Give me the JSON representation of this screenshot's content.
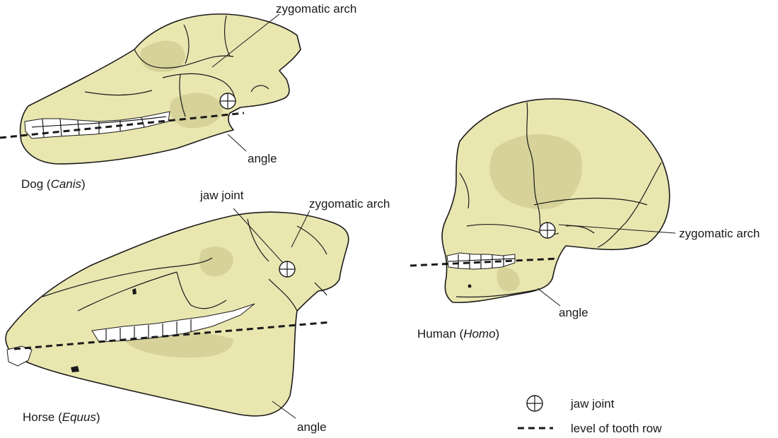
{
  "labels": {
    "dog_zygomatic": "zygomatic arch",
    "dog_angle": "angle",
    "dog_name": "Dog (",
    "dog_genus": "Canis",
    "dog_close": ")",
    "horse_jaw_joint": "jaw joint",
    "horse_zygomatic": "zygomatic arch",
    "horse_angle": "angle",
    "horse_name": "Horse (",
    "horse_genus": "Equus",
    "horse_close": ")",
    "human_zygomatic": "zygomatic arch",
    "human_angle": "angle",
    "human_name": "Human (",
    "human_genus": "Homo",
    "human_close": ")"
  },
  "legend": {
    "jaw_joint": "jaw joint",
    "tooth_row": "level of tooth row"
  },
  "colors": {
    "bone": "#eae6b0",
    "outline": "#1a1a1a"
  }
}
